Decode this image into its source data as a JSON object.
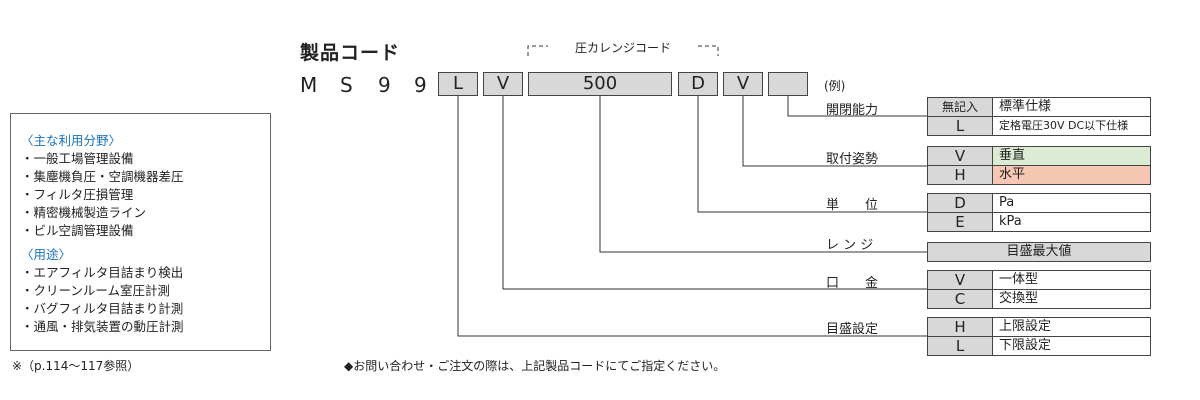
{
  "title": "製品コード",
  "range_label": "圧カレンジコード",
  "code": {
    "letters": [
      "M",
      "S",
      "9",
      "9"
    ],
    "boxes": [
      "L",
      "V",
      "500",
      "D",
      "V",
      ""
    ],
    "example": "(例)"
  },
  "uses": {
    "fields_head": "〈主な利用分野〉",
    "fields": [
      "・一般工場管理設備",
      "・集塵機負圧・空調機器差圧",
      "・フィルタ圧損管理",
      "・精密機械製造ライン",
      "・ビル空調管理設備"
    ],
    "apps_head": "〈用途〉",
    "apps": [
      "・エアフィルタ目詰まり検出",
      "・クリーンルーム室圧計測",
      "・バグフィルタ目詰まり計測",
      "・通風・排気装置の動圧計測"
    ]
  },
  "params": [
    {
      "label": "開閉能力",
      "rows": [
        {
          "k": "無記入",
          "v": "標準仕様"
        },
        {
          "k": "L",
          "v": "定格電圧30V DC以下仕様"
        }
      ]
    },
    {
      "label": "取付姿勢",
      "rows": [
        {
          "k": "V",
          "v": "垂直"
        },
        {
          "k": "H",
          "v": "水平"
        }
      ]
    },
    {
      "label": "単　　位",
      "rows": [
        {
          "k": "D",
          "v": "Pa"
        },
        {
          "k": "E",
          "v": "kPa"
        }
      ]
    },
    {
      "label": "レ ン ジ",
      "rows": [
        {
          "k": "",
          "v": "目盛最大値"
        }
      ]
    },
    {
      "label": "口　　金",
      "rows": [
        {
          "k": "V",
          "v": "一体型"
        },
        {
          "k": "C",
          "v": "交換型"
        }
      ]
    },
    {
      "label": "目盛設定",
      "rows": [
        {
          "k": "H",
          "v": "上限設定"
        },
        {
          "k": "L",
          "v": "下限設定"
        }
      ]
    }
  ],
  "ref": "※（p.114〜117参照）",
  "notice": "◆お問い合わせ・ご注文の際は、上記製品コードにてご指定ください。",
  "colors": {
    "box_gray": "#d8d8d8",
    "green": "#dcebd3",
    "salmon": "#f6c8b4",
    "head_blue": "#1a73b7"
  }
}
